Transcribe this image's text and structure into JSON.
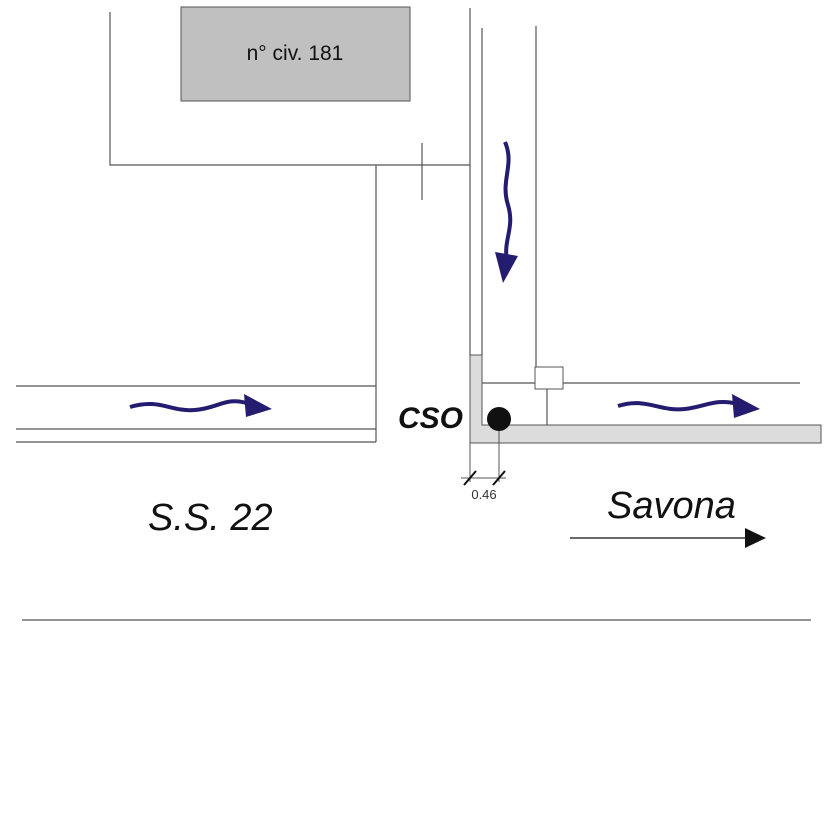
{
  "building": {
    "label": "n° civ. 181"
  },
  "cso_label": "CSO",
  "dimension": "0.46",
  "road_label": "S.S. 22",
  "direction_label": "Savona",
  "colors": {
    "flow_arrow": "#241c6e",
    "building_fill": "#c0c0c0",
    "channel_fill": "#dcdcdc",
    "line": "#555555"
  }
}
